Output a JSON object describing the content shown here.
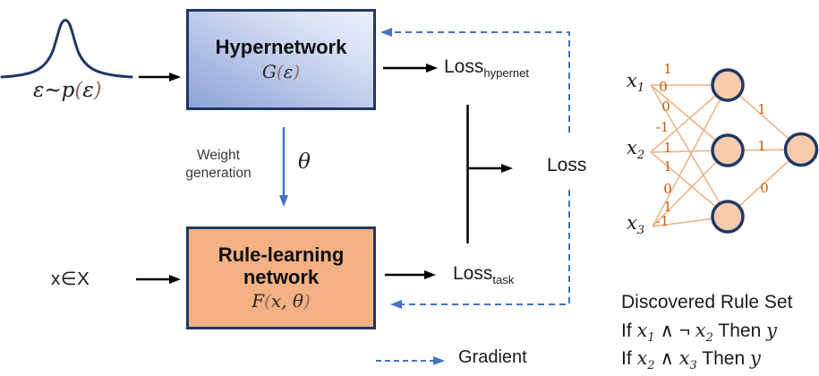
{
  "figure": {
    "epsilon_label": {
      "prefix": "ε~p",
      "open": "(",
      "arg": "ε",
      "close": ")"
    },
    "hypernetwork_box": {
      "title": "Hypernetwork",
      "fn": "G",
      "open": "(",
      "arg": "ε",
      "close": ")"
    },
    "weight_generation": {
      "line1": "Weight",
      "line2": "generation"
    },
    "theta": "θ",
    "input_label": "x∈X",
    "rule_network_box": {
      "title_line1": "Rule-learning",
      "title_line2": "network",
      "fn": "F",
      "open": "(",
      "args": "x, θ",
      "close": ")"
    },
    "loss_hypernet": {
      "base": "Loss",
      "sub": "hypernet"
    },
    "loss_task": {
      "base": "Loss",
      "sub": "task"
    },
    "loss": "Loss",
    "legend": {
      "gradient": "Gradient"
    }
  },
  "nn": {
    "inputs": [
      {
        "base": "x",
        "sub": "1"
      },
      {
        "base": "x",
        "sub": "2"
      },
      {
        "base": "x",
        "sub": "3"
      }
    ],
    "input_weights": [
      [
        "1",
        "0",
        "0"
      ],
      [
        "-1",
        "1",
        "1"
      ],
      [
        "0",
        "1",
        "-1"
      ]
    ],
    "output_weights": [
      "1",
      "1",
      "0"
    ]
  },
  "rules": {
    "title": "Discovered Rule Set",
    "line1": {
      "kw1": "If",
      "a_base": "x",
      "a_sub": "1",
      "op": "∧ ¬",
      "b_base": "x",
      "b_sub": "2",
      "kw2": "Then",
      "out": "y"
    },
    "line2": {
      "kw1": "If",
      "a_base": "x",
      "a_sub": "2",
      "op": "∧",
      "b_base": "x",
      "b_sub": "3",
      "kw2": "Then",
      "out": "y"
    }
  },
  "colors": {
    "navy": "#1F3864",
    "blue_arrow": "#4472C4",
    "orange_box": "#F4B183",
    "node_fill": "#F8CBAD",
    "edge_orange": "#F4B183",
    "weight_text": "#C55A11",
    "paren_brown": "#8a6e66",
    "hypernet_gradient_dark": "#8EA3D8",
    "hypernet_gradient_light": "#E9EEFA"
  }
}
